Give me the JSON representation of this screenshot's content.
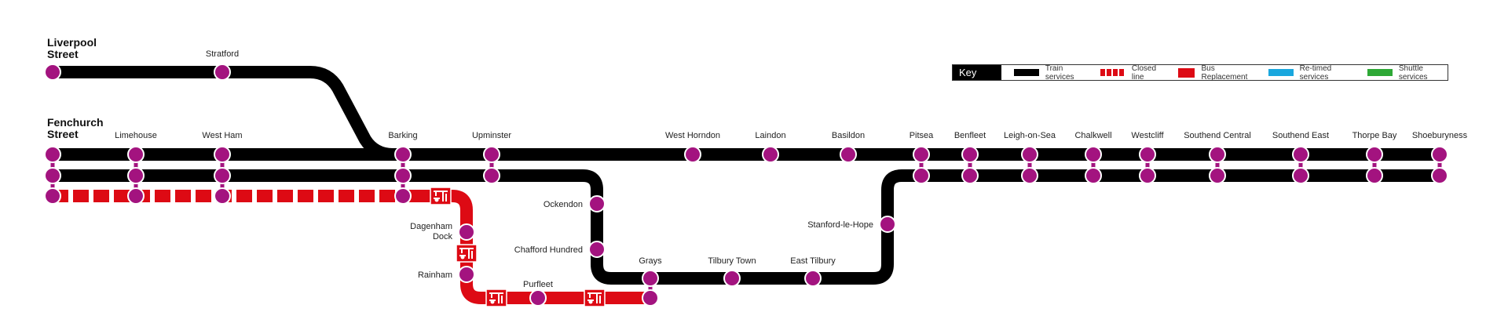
{
  "terminals": {
    "liverpool": "Liverpool Street",
    "fenchurch": "Fenchurch Street"
  },
  "key": {
    "title": "Key",
    "items": [
      {
        "label": "Train services",
        "color": "#000000",
        "style": "solid"
      },
      {
        "label": "Closed line",
        "color": "#dd0a14",
        "style": "dashed"
      },
      {
        "label": "Bus Replacement",
        "color": "#dd0a14",
        "style": "bus"
      },
      {
        "label": "Re-timed services",
        "color": "#1aa7de",
        "style": "solid"
      },
      {
        "label": "Shuttle services",
        "color": "#2ea836",
        "style": "solid"
      }
    ]
  },
  "colors": {
    "train": "#000000",
    "closed": "#dd0a14",
    "station": "#a3137f"
  },
  "stations": [
    {
      "name": "Stratford"
    },
    {
      "name": "Limehouse"
    },
    {
      "name": "West Ham"
    },
    {
      "name": "Barking"
    },
    {
      "name": "Upminster"
    },
    {
      "name": "West Horndon"
    },
    {
      "name": "Laindon"
    },
    {
      "name": "Basildon"
    },
    {
      "name": "Pitsea"
    },
    {
      "name": "Benfleet"
    },
    {
      "name": "Leigh-on-Sea"
    },
    {
      "name": "Chalkwell"
    },
    {
      "name": "Westcliff"
    },
    {
      "name": "Southend Central"
    },
    {
      "name": "Southend East"
    },
    {
      "name": "Thorpe Bay"
    },
    {
      "name": "Shoeburyness"
    },
    {
      "name": "Ockendon"
    },
    {
      "name": "Chafford Hundred"
    },
    {
      "name": "Grays"
    },
    {
      "name": "Tilbury Town"
    },
    {
      "name": "East Tilbury"
    },
    {
      "name": "Stanford-le-Hope"
    },
    {
      "name": "Dagenham Dock"
    },
    {
      "name": "Rainham"
    },
    {
      "name": "Purfleet"
    }
  ]
}
